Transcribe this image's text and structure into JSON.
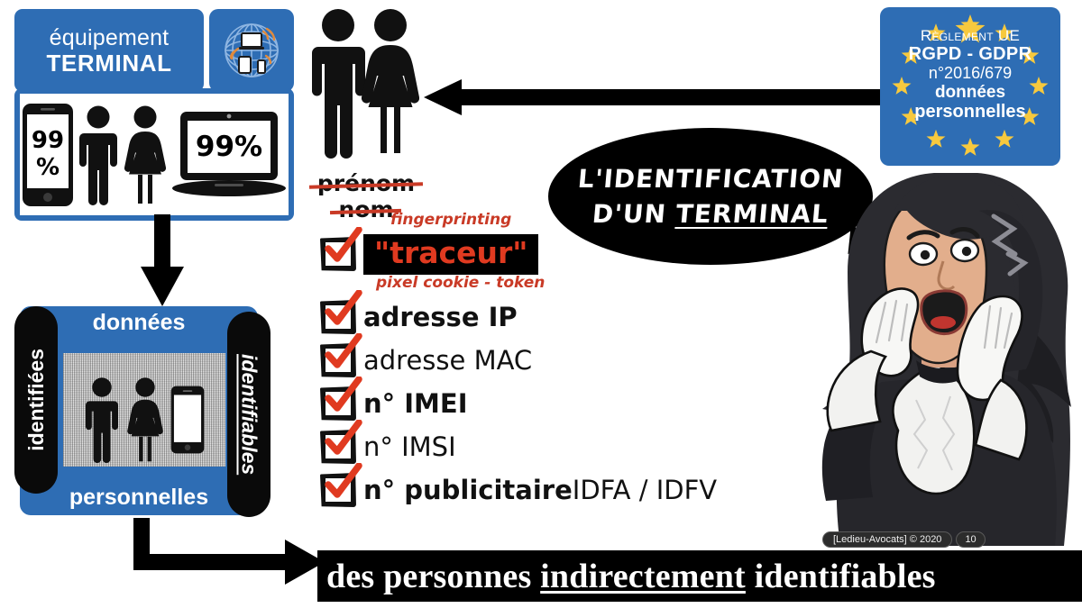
{
  "slide": {
    "title_bubble_line1": "L'IDENTIFICATION",
    "title_bubble_line2_pre": "D'UN ",
    "title_bubble_line2_underlined": "TERMINAL"
  },
  "terminal_panel": {
    "title_line1": "équipement",
    "title_line2": "TERMINAL",
    "globe_icon": "globe-devices-icon",
    "phone_stat": "99 %",
    "phone_stat_line1": "99",
    "phone_stat_line2": "%",
    "laptop_stat": "99%",
    "stat_color": "#3F8A3F"
  },
  "personal_data_panel": {
    "top_label": "données",
    "bottom_label": "personnelles",
    "left_label": "identifiées",
    "right_label": "identifiables"
  },
  "people_label": {
    "line1": "prénom",
    "line2": "nom",
    "strike_color": "#C93A26"
  },
  "checklist": {
    "kicker_fingerprinting": "fingerprinting",
    "kicker_pixel": "pixel cookie - token",
    "items": [
      {
        "label": "\"traceur\"",
        "style": "highlight",
        "checked": true
      },
      {
        "label": "adresse IP",
        "style": "bold",
        "checked": true
      },
      {
        "label": "adresse MAC",
        "style": "regular",
        "checked": true
      },
      {
        "label": "n° IMEI",
        "style": "bold",
        "checked": true
      },
      {
        "label": "n° IMSI",
        "style": "regular",
        "checked": true
      },
      {
        "label": "n° publicitaire",
        "suffix": " IDFA / IDFV",
        "style": "bold-suffix",
        "checked": true
      }
    ],
    "accent_red": "#E03A20",
    "kicker_red": "#C93A26"
  },
  "eu_box": {
    "line1": "Règlement UE",
    "line2": "RGPD - GDPR",
    "line3": "n°2016/679",
    "line4": "données",
    "line5": "personnelles",
    "star_color": "#F7C93E",
    "bg_color": "#2E6DB4"
  },
  "banner": {
    "pre": "des personnes ",
    "underlined": "indirectement",
    "post": " identifiables"
  },
  "credit": {
    "text": "[Ledieu-Avocats] © 2020",
    "page": "10"
  },
  "illustration": {
    "name": "shocked-lawyer-woman-illustration"
  },
  "colors": {
    "brand_blue": "#2E6DB4",
    "black": "#000000",
    "green": "#3F8A3F",
    "red": "#E03A20"
  }
}
